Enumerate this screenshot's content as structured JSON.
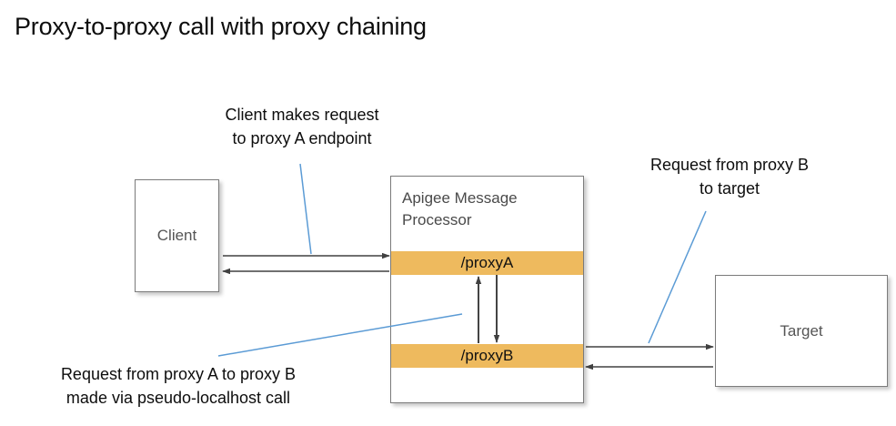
{
  "title": "Proxy-to-proxy call with proxy chaining",
  "nodes": {
    "client": {
      "label": "Client"
    },
    "target": {
      "label": "Target"
    },
    "message_processor": {
      "title": "Apigee Message Processor",
      "proxy_a": "/proxyA",
      "proxy_b": "/proxyB"
    }
  },
  "annotations": {
    "client_request": {
      "line1": "Client makes request",
      "line2": "to proxy A endpoint"
    },
    "target_request": {
      "line1": "Request from proxy B",
      "line2": "to target"
    },
    "chaining": {
      "line1": "Request from proxy A to proxy B",
      "line2": "made via pseudo-localhost call"
    }
  },
  "colors": {
    "proxy_bar": "#eeba5e",
    "box_border": "#7b7b7b",
    "arrow": "#404040",
    "leader_line": "#5b9bd5",
    "node_text": "#555555",
    "title_text": "#0d0d0d"
  },
  "flows": [
    {
      "name": "client-to-proxya",
      "from": "Client",
      "to": "/proxyA",
      "direction": "right"
    },
    {
      "name": "proxya-to-client",
      "from": "/proxyA",
      "to": "Client",
      "direction": "left"
    },
    {
      "name": "proxya-to-proxyb",
      "from": "/proxyA",
      "to": "/proxyB",
      "direction": "down"
    },
    {
      "name": "proxyb-to-proxya",
      "from": "/proxyB",
      "to": "/proxyA",
      "direction": "up"
    },
    {
      "name": "proxyb-to-target",
      "from": "/proxyB",
      "to": "Target",
      "direction": "right"
    },
    {
      "name": "target-to-proxyb",
      "from": "Target",
      "to": "/proxyB",
      "direction": "left"
    }
  ]
}
